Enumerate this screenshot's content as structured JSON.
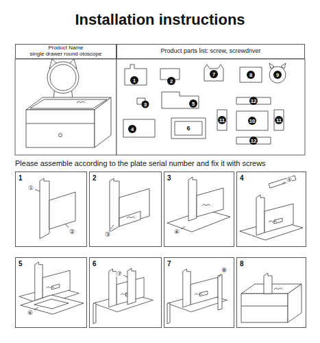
{
  "diagram": {
    "title": "Installation instructions",
    "nodes": [
      {
        "text": [
          "Product Name",
          "single drawer round otoscope"
        ]
      },
      {
        "text": [
          "Product parts list: screw, screwdriver"
        ]
      },
      {
        "text": [
          "1"
        ]
      },
      {
        "text": [
          "2"
        ]
      },
      {
        "text": [
          "3"
        ]
      },
      {
        "text": [
          "4"
        ]
      },
      {
        "text": [
          "5"
        ]
      },
      {
        "text": [
          "6"
        ]
      },
      {
        "text": [
          "7"
        ]
      },
      {
        "text": [
          "8"
        ]
      }
    ],
    "labels": [
      "Please assemble according to the plate serial number and fix it with screws",
      "1",
      "2",
      "7",
      "8",
      "9",
      "3",
      "5",
      "12",
      "11",
      "10",
      "11",
      "4",
      "6",
      "12",
      "①",
      "②",
      "③",
      "④",
      "⑤",
      "⑥",
      "⑦",
      "⑧"
    ]
  }
}
